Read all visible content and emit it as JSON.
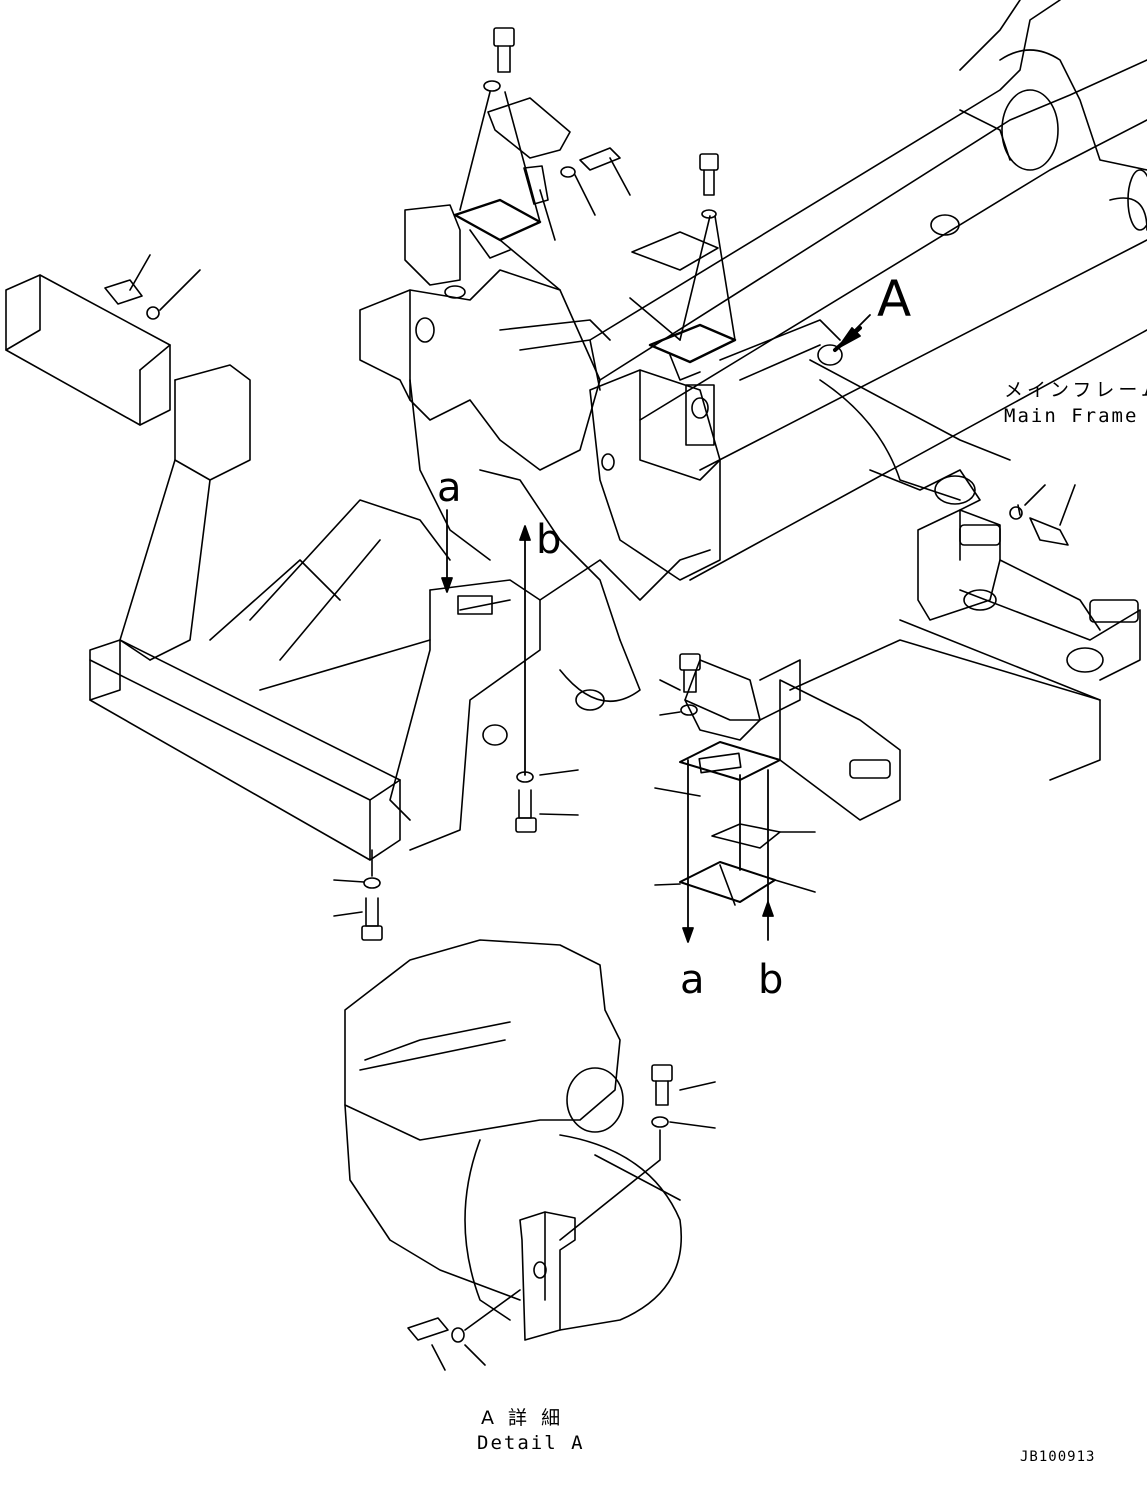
{
  "callouts": {
    "A": "A",
    "a_top": "a",
    "b_top": "b",
    "a_bottom": "a",
    "b_bottom": "b"
  },
  "main_frame": {
    "label_jp": "メインフレーム",
    "label_en": "Main Frame"
  },
  "detail": {
    "label_jp": "A 詳 細",
    "label_en": "Detail A"
  },
  "drawing_number": "JB100913",
  "colors": {
    "line": "#000000",
    "background": "#ffffff"
  }
}
